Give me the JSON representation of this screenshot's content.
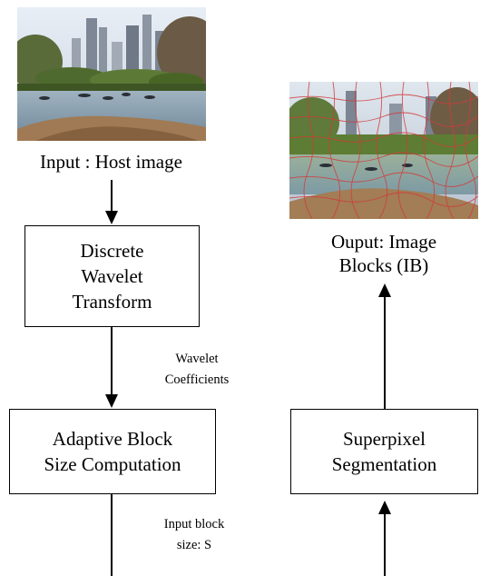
{
  "input_caption": "Input : Host image",
  "output_caption": "Ouput: Image\nBlocks (IB)",
  "boxes": {
    "dwt": "Discrete\nWavelet\nTransform",
    "adaptive": "Adaptive Block\nSize Computation",
    "superpixel": "Superpixel\nSegmentation"
  },
  "edge_labels": {
    "wavelet_coefficients": "Wavelet\nCoefficients",
    "input_block_size": "Input block\nsize: S"
  },
  "colors": {
    "sky": "#cfd9e6",
    "water": "#8fa6b8",
    "trees": "#4f6a2e",
    "superpixel_lines": "#d23a3a"
  }
}
